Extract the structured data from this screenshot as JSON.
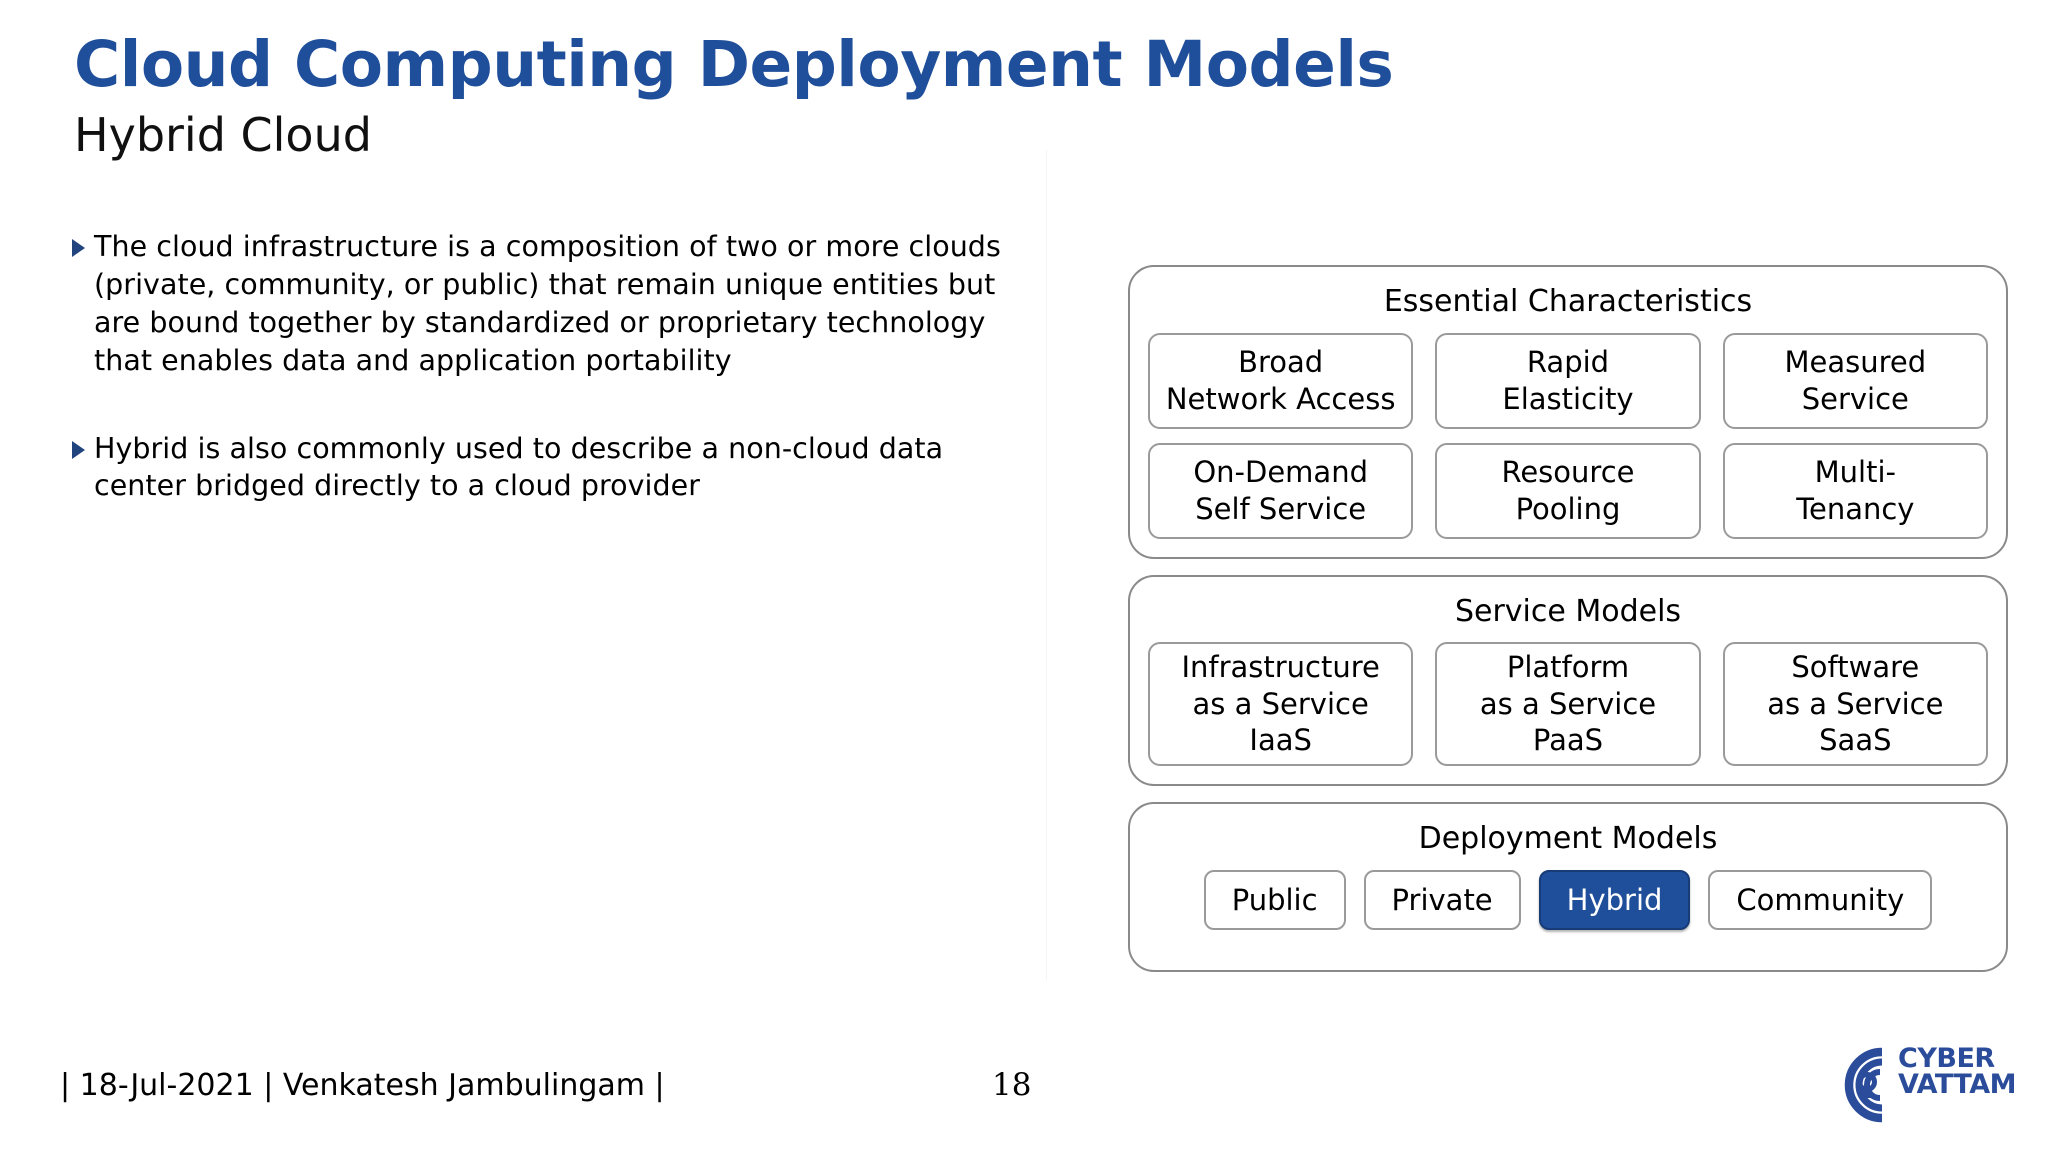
{
  "header": {
    "title": "Cloud Computing Deployment Models",
    "subtitle": "Hybrid Cloud",
    "title_color": "#1F4E9B"
  },
  "body": {
    "bullets": [
      "The cloud infrastructure is a composition of two or more clouds (private, community, or public) that remain unique entities but are bound together by standardized or proprietary technology that enables data and application portability",
      "Hybrid is also commonly used to describe a non-cloud data center bridged directly to a cloud provider"
    ]
  },
  "diagram": {
    "panels": [
      {
        "id": "essential-characteristics",
        "title": "Essential Characteristics",
        "rows": [
          [
            "Broad\nNetwork Access",
            "Rapid\nElasticity",
            "Measured\nService"
          ],
          [
            "On-Demand\nSelf Service",
            "Resource\nPooling",
            "Multi-\nTenancy"
          ]
        ]
      },
      {
        "id": "service-models",
        "title": "Service Models",
        "rows": [
          [
            "Infrastructure\nas a Service\nIaaS",
            "Platform\nas a Service\nPaaS",
            "Software\nas a Service\nSaaS"
          ]
        ]
      }
    ],
    "deployment": {
      "title": "Deployment Models",
      "chips": [
        {
          "label": "Public",
          "active": false
        },
        {
          "label": "Private",
          "active": false
        },
        {
          "label": "Hybrid",
          "active": true
        },
        {
          "label": "Community",
          "active": false
        }
      ],
      "active_color": "#1F4E9B",
      "active_text_color": "#FFFFFF"
    }
  },
  "footer": {
    "text": "| 18-Jul-2021 | Venkatesh Jambulingam |",
    "page_number": "18"
  },
  "logo": {
    "line1": "CYBER",
    "line2": "VATTAM",
    "color": "#2B4C9B",
    "icon": "cyber-vattam-keyhole-icon"
  }
}
